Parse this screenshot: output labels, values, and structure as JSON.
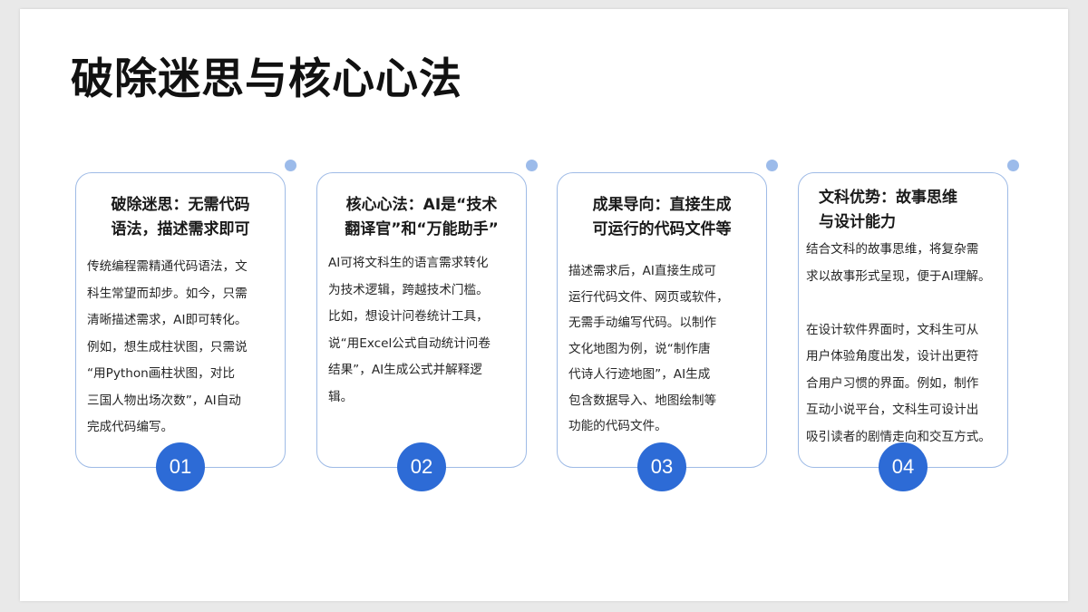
{
  "slide": {
    "title": "破除迷思与核心心法"
  },
  "colors": {
    "card_border": "#9fbbe6",
    "accent_dot": "#9cbbea",
    "number_badge": "#2d6bd6",
    "title_text": "#111111",
    "body_text": "#262626"
  },
  "cards": [
    {
      "heading": "破除迷思：无需代码\n语法，描述需求即可",
      "body": "传统编程需精通代码语法，文\n科生常望而却步。如今，只需\n清晰描述需求，AI即可转化。\n例如，想生成柱状图，只需说\n“用Python画柱状图，对比\n三国人物出场次数”，AI自动\n完成代码编写。",
      "number": "01"
    },
    {
      "heading": "核心心法：AI是“技术\n翻译官”和“万能助手”",
      "body": "AI可将文科生的语言需求转化\n为技术逻辑，跨越技术门槛。\n比如，想设计问卷统计工具，\n说“用Excel公式自动统计问卷\n结果”，AI生成公式并解释逻\n辑。",
      "number": "02"
    },
    {
      "heading": "成果导向：直接生成\n可运行的代码文件等",
      "body": "描述需求后，AI直接生成可\n运行代码文件、网页或软件，\n无需手动编写代码。以制作\n文化地图为例，说“制作唐\n代诗人行迹地图”，AI生成\n包含数据导入、地图绘制等\n功能的代码文件。",
      "number": "03"
    },
    {
      "heading": "文科优势：故事思维\n与设计能力",
      "body": "结合文科的故事思维，将复杂需\n求以故事形式呈现，便于AI理解。\n\n在设计软件界面时，文科生可从\n用户体验角度出发，设计出更符\n合用户习惯的界面。例如，制作\n互动小说平台，文科生可设计出\n吸引读者的剧情走向和交互方式。",
      "number": "04"
    }
  ]
}
